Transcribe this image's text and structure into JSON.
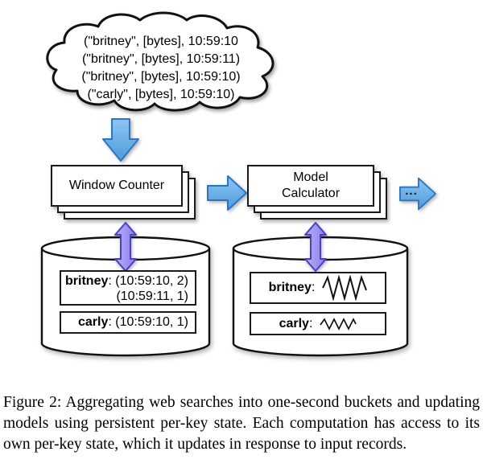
{
  "figure": {
    "input_cloud": {
      "records": [
        "(\"britney\", [bytes], 10:59:10",
        "(\"britney\", [bytes], 10:59:11)",
        "(\"britney\", [bytes], 10:59:10)",
        "(\"carly\", [bytes], 10:59:10)"
      ]
    },
    "stages": [
      {
        "lines": [
          "Window Counter"
        ]
      },
      {
        "lines": [
          "Model",
          "Calculator"
        ]
      }
    ],
    "downstream_ellipsis": "...",
    "stores": [
      {
        "entries": [
          {
            "key": "britney",
            "sep": ":",
            "values": [
              "(10:59:10, 2)",
              "(10:59:11, 1)"
            ]
          },
          {
            "key": "carly",
            "sep": ":",
            "values": [
              "(10:59:10, 1)"
            ]
          }
        ]
      },
      {
        "entries": [
          {
            "key": "britney",
            "sep": ":",
            "icon": "waveform-large-icon"
          },
          {
            "key": "carly",
            "sep": ":",
            "icon": "waveform-small-icon"
          }
        ]
      }
    ],
    "icons": {
      "input_flow": "arrow-down-icon",
      "stage_flow": "arrow-right-icon",
      "state_access": "arrow-vertical-double-icon",
      "input_source": "cloud-shape"
    },
    "colors": {
      "arrow_blue_light": "#8CC6F2",
      "arrow_blue": "#4E9ADB",
      "arrow_blue_border": "#2A76C4",
      "arrow_purple_light": "#B7B0F7",
      "arrow_purple": "#8A7FE9",
      "arrow_purple_border": "#4C3DD1"
    }
  },
  "caption": {
    "text": "Figure 2: Aggregating web searches into one-second buckets and updating models using persistent per-key state. Each computation has access to its own per-key state, which it updates in response to input records."
  }
}
